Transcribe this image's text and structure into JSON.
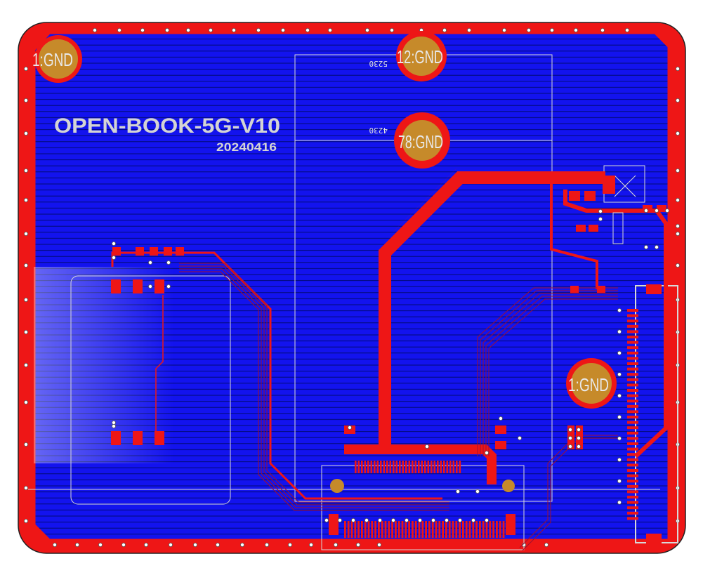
{
  "board": {
    "title": "OPEN-BOOK-5G-V10",
    "date": "20240416"
  },
  "mount_holes": [
    {
      "label": "1:GND"
    },
    {
      "label": "12:GND"
    },
    {
      "label": "78:GND"
    },
    {
      "label": "1:GND"
    }
  ],
  "markings": {
    "top_code": "5230",
    "mid_code": "4230"
  },
  "colors": {
    "copper_pour": "#1313ee",
    "top_copper": "#ee1616",
    "silkscreen": "#d8d8d8",
    "pad_gold": "#c68a2a",
    "hatch_line": "#000060"
  }
}
